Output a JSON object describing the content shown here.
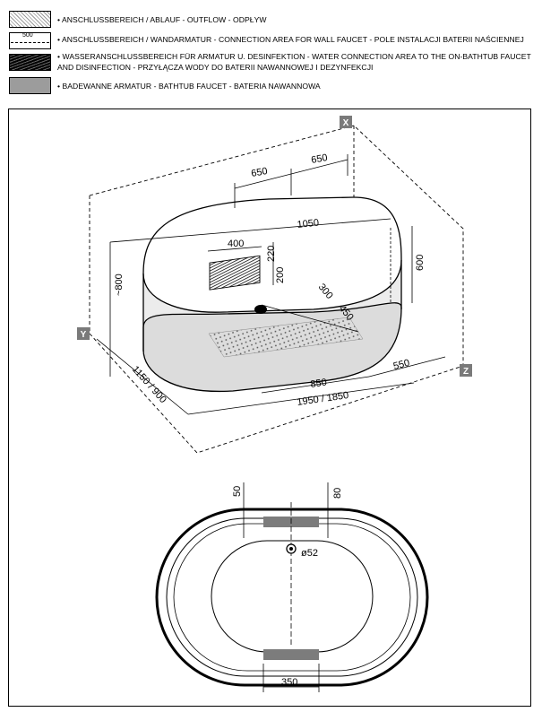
{
  "legend": [
    {
      "swatch": "dotted",
      "text": "• ANSCHLUSSBEREICH / ABLAUF - OUTFLOW - ODPŁYW"
    },
    {
      "swatch": "wall",
      "swatch_label": "500",
      "text": "• ANSCHLUSSBEREICH / WANDARMATUR - CONNECTION AREA FOR WALL FAUCET - POLE INSTALACJI BATERII NAŚCIENNEJ"
    },
    {
      "swatch": "dark",
      "text": "• WASSERANSCHLUSSBEREICH FÜR ARMATUR U. DESINFEKTION - WATER CONNECTION AREA TO THE ON-BATHTUB FAUCET",
      "text2": "AND DISINFECTION - PRZYŁĄCZA WODY DO BATERII NAWANNOWEJ I DEZYNFEKCJI"
    },
    {
      "swatch": "grey",
      "text": "• BADEWANNE ARMATUR  - BATHTUB FAUCET - BATERIA  NAWANNOWA"
    }
  ],
  "axes": {
    "x": "X",
    "y": "Y",
    "z": "Z"
  },
  "dimensions": {
    "wall_left": "650",
    "wall_right": "650",
    "top_length": "1050",
    "connection_width": "400",
    "connection_height_top": "220",
    "connection_height_bottom": "200",
    "height_right": "600",
    "height_left": "~800",
    "outflow_a": "300",
    "outflow_b": "450",
    "depth_right": "550",
    "base_length_inner": "850",
    "base_length_total": "1950 / 1850",
    "width_left": "1150 / 900",
    "plan_left": "50",
    "plan_right": "80",
    "plan_drain": "ø52",
    "plan_width": "350"
  }
}
